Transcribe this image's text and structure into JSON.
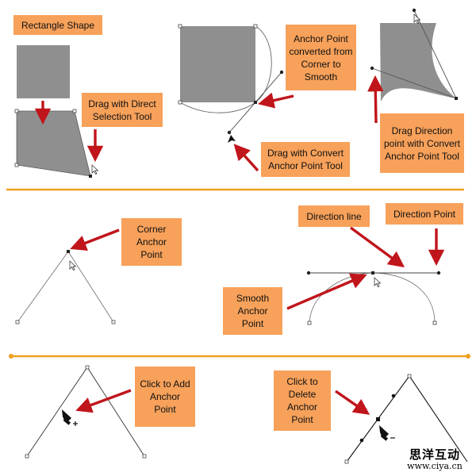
{
  "labels": {
    "rectangle_shape": "Rectangle Shape",
    "drag_direct": "Drag with Direct Selection Tool",
    "anchor_converted": "Anchor Point converted from Corner to Smooth",
    "drag_convert": "Drag with Convert Anchor Point Tool",
    "drag_direction": "Drag Direction point with Convert Anchor Point Tool",
    "corner_anchor": "Corner Anchor Point",
    "direction_line": "Direction line",
    "direction_point": "Direction Point",
    "smooth_anchor": "Smooth Anchor Point",
    "click_add": "Click to Add Anchor Point",
    "click_delete": "Click to Delete Anchor Point"
  },
  "watermark": {
    "chinese": "思洋互动",
    "url": "www.ciya.cn"
  },
  "colors": {
    "label_bg": "#f7a15a",
    "arrow": "#c0151b",
    "divider": "#f0a020",
    "shape_fill": "#8f8f8f",
    "path": "#555555"
  }
}
